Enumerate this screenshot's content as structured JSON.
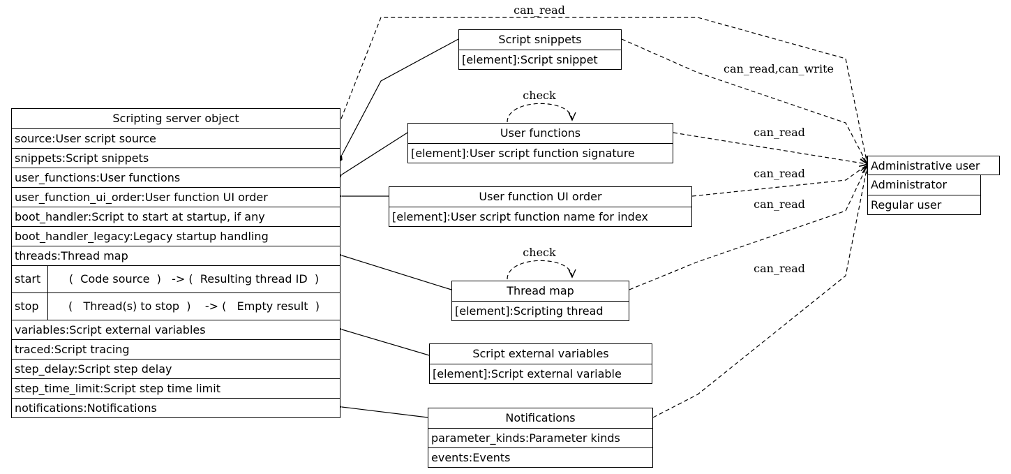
{
  "main_object": {
    "title": "Scripting server object",
    "attributes": [
      "source:User script source",
      "snippets:Script snippets",
      "user_functions:User functions",
      "user_function_ui_order:User function UI order",
      "boot_handler:Script to start at startup, if any",
      "boot_handler_legacy:Legacy startup handling",
      "threads:Thread map"
    ],
    "methods": [
      {
        "name": "start",
        "signature": "(  Code source  )   -> (  Resulting thread ID  )"
      },
      {
        "name": "stop",
        "signature": "(   Thread(s) to stop  )    -> (   Empty result  )"
      }
    ],
    "attributes_after": [
      "variables:Script external variables",
      "traced:Script tracing",
      "step_delay:Script step delay",
      "step_time_limit:Script step time limit",
      "notifications:Notifications"
    ]
  },
  "script_snippets": {
    "title": "Script snippets",
    "rows": [
      "[element]:Script snippet"
    ]
  },
  "user_functions": {
    "title": "User functions",
    "rows": [
      "[element]:User script function signature"
    ]
  },
  "user_function_ui_order": {
    "title": "User function UI order",
    "rows": [
      "[element]:User script function name for index"
    ]
  },
  "thread_map": {
    "title": "Thread map",
    "rows": [
      "[element]:Scripting thread"
    ]
  },
  "script_external_variables": {
    "title": "Script external variables",
    "rows": [
      "[element]:Script external variable"
    ]
  },
  "notifications": {
    "title": "Notifications",
    "rows": [
      "parameter_kinds:Parameter kinds",
      "events:Events"
    ]
  },
  "roles": {
    "title": "Administrative user",
    "rows": [
      "Administrator",
      "Regular user"
    ]
  },
  "edge_labels": {
    "main_can_read": "can_read",
    "snippets_access": "can_read,can_write",
    "user_functions_access": "can_read",
    "ui_order_access": "can_read",
    "thread_map_access": "can_read",
    "notifications_access": "can_read",
    "user_functions_self": "check",
    "thread_map_self": "check"
  }
}
